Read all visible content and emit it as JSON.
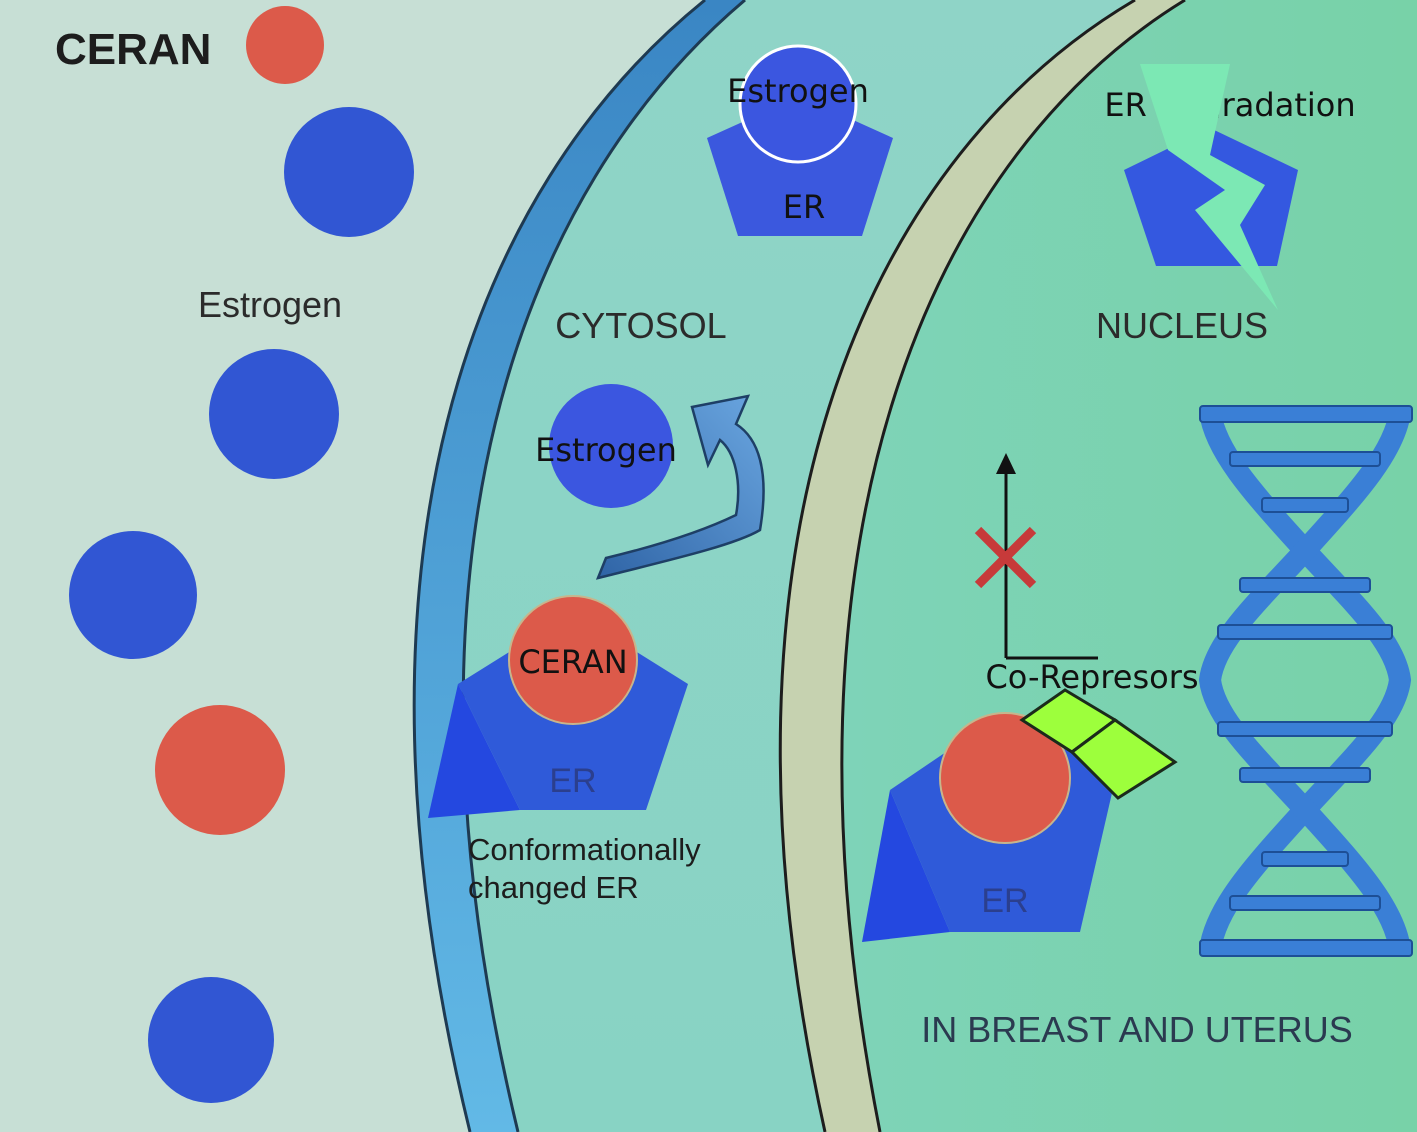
{
  "legend": {
    "label": "CERAN"
  },
  "labels": {
    "extracellular_estrogen": "Estrogen",
    "cytosol": "CYTOSOL",
    "nucleus": "NUCLEUS",
    "cytosol_estrogen": "Estrogen",
    "top_estrogen": "Estrogen",
    "top_er": "ER",
    "er_degradation": "ER Degradation",
    "ceran_bound": "CERAN",
    "er_bound": "ER",
    "conformational_line1": "Conformationally",
    "conformational_line2": "changed ER",
    "co_repressors": "Co-Represors",
    "nucleus_er": "ER",
    "tissue": "IN BREAST AND UTERUS"
  },
  "colors": {
    "ceran": "#dc5a4a",
    "estrogen": "#3156d3",
    "er": "#2f5ad9",
    "er_dark_face": "#2448e0",
    "membrane": "#4f9fd6",
    "nuclear_envelope": "#c7d3b0",
    "cytosol_bg": "#8fd6c6",
    "nucleus_bg": "#7dd3ab",
    "extracellular_bg": "#c7dfd5",
    "co_repressor": "#9dff3c",
    "lightning": "#7ce8b4",
    "dna": "#3a7fd6",
    "inhibit_x": "#c73a3a"
  },
  "icons": [
    "lightning-icon",
    "dna-helix-icon",
    "inhibition-x-icon",
    "arrow-up-icon",
    "curved-arrow-icon"
  ]
}
